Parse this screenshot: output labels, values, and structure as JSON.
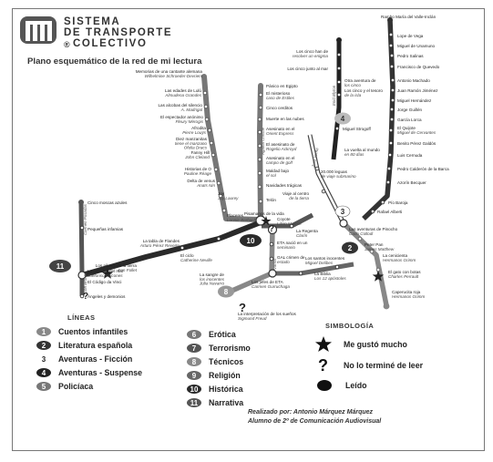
{
  "header": {
    "brand_line1": "SISTEMA",
    "brand_line2": "DE TRANSPORTE",
    "brand_line3": "COLECTIVO",
    "registered": "®",
    "subtitle": "Plano esquemático de la red de mi lectura"
  },
  "stations": {
    "s1": [
      "Rambo María del Valle-Inclán"
    ],
    "s2": [
      "Lope de Vega"
    ],
    "s3": [
      "Miguel de Unamuno"
    ],
    "s4": [
      "Pedro Salinas"
    ],
    "s5": [
      "Francisco de Quevedo"
    ],
    "s6": [
      "Antonio Machado"
    ],
    "s7": [
      "Juan Ramón Jiménez"
    ],
    "s8": [
      "Miguel Hernández"
    ],
    "s9": [
      "Jorge Guillén"
    ],
    "s10": [
      "García Lorca"
    ],
    "s11": [
      "El Quijote",
      "Miguel de Cervantes"
    ],
    "s12": [
      "Benito Pérez Galdós"
    ],
    "s13": [
      "Luis Cernuda"
    ],
    "s14": [
      "Pedro Calderón de la Barca"
    ],
    "s15": [
      "Azorín Becquer"
    ],
    "s16": [
      "Pío Baroja"
    ],
    "s17": [
      "Rafael Alberti"
    ],
    "s18": [
      "Las aventuras de Pinocho",
      "Carlo Collodi"
    ],
    "s19": [
      "Peter Pan",
      "James Matthew"
    ],
    "s20": [
      "La cenicienta",
      "Hermanos Grimm"
    ],
    "s21": [
      "El gato con botas",
      "Charles Perrault"
    ],
    "s22": [
      "Caperucita roja",
      "Hermanos Grimm"
    ],
    "s23": [
      "Los cinco han de",
      "resolver un enigma"
    ],
    "s24": [
      "Los cinco junto al mar"
    ],
    "s25": [
      "Otra aventura de",
      "los cinco"
    ],
    "s26": [
      "Los cinco y el tesoro",
      "de la isla"
    ],
    "s27": [
      "Miguel Strogoff"
    ],
    "s28": [
      "La vuelta al mundo",
      "en 80 días"
    ],
    "s29": [
      "20.000 leguas",
      "de viaje submarino"
    ],
    "s30": [
      "Viaje al centro",
      "de la tierra"
    ],
    "s31": [
      "Memorias de una cantante alemana",
      "Wilhelmine Schroeder-Devrient"
    ],
    "s32": [
      "Las edades de Lulú",
      "Almudena Grandes"
    ],
    "s33": [
      "Las alcobas del silencio",
      "A. Madrigal"
    ],
    "s34": [
      "El espectador anónimo",
      "Fleury Mèrogis"
    ],
    "s35": [
      "Afrodita",
      "Pierre Louÿs"
    ],
    "s36": [
      "Diez manzanitas",
      "tiene el manzano",
      "Ofelia Dracs"
    ],
    "s37": [
      "Fanny Hill",
      "John Cleland"
    ],
    "s38": [
      "Historias de O",
      "Pauline Réage"
    ],
    "s39": [
      "Delta de venus",
      "Anaïs Nin"
    ],
    "s40": [
      "Joy",
      "Joy Laurey"
    ],
    "s41": [
      "Placeres",
      "Lonnie Barbach"
    ],
    "s42": [
      "Pánico en Egipto"
    ],
    "s43": [
      "El misterioso",
      "caso de Estiles"
    ],
    "s44": [
      "Cinco cerditos"
    ],
    "s45": [
      "Muerte en las nubes"
    ],
    "s46": [
      "Asesinato en el",
      "Orient Express"
    ],
    "s47": [
      "El asesinato de",
      "Rogelio Ackroyd"
    ],
    "s48": [
      "Asesinato en el",
      "campo de golf"
    ],
    "s49": [
      "Maldad bajo",
      "el sol"
    ],
    "s50": [
      "Navidades trágicas"
    ],
    "s51": [
      "Telón"
    ],
    "s52": [
      "Pisamanos de la vida"
    ],
    "s53": [
      "Coyote",
      "Lilian Malinin"
    ],
    "s54": [
      "ETA nació en un",
      "seminario"
    ],
    "s55": [
      "GAL crimen de",
      "estado"
    ],
    "s56": [
      "La Regenta",
      "Clarín"
    ],
    "s57": [
      "Los santos inocentes",
      "Miguel Delibes"
    ],
    "s58": [
      "La Biblia",
      "Los 12 apóstoles"
    ],
    "s59": [
      "Los jefes de ETA",
      "Carmen Gurruchaga"
    ],
    "s60": [
      "La sangre de",
      "los inocentes",
      "Julia Navarro"
    ],
    "s61": [
      "La interpretación de los sueños",
      "Sigmund Freud"
    ],
    "s62": [
      "La tabla de Flandes",
      "Arturo Pérez Reverte"
    ],
    "s63": [
      "El ciclo",
      "Catherine Neville"
    ],
    "s64": [
      "Los pilares de la tierra",
      "Ken Follet"
    ],
    "s65": [
      "La catedral del mar",
      "Ildefonso Falcones"
    ],
    "s66": [
      "El Código da Vinci"
    ],
    "s67": [
      "Ángeles y demonios"
    ],
    "s68": [
      "Cinco moscas azules"
    ],
    "s69": [
      "Pequeñas infamias"
    ]
  },
  "route_labels": {
    "carmen": "Carmen Posadas",
    "dan": "Dan Brown",
    "agatha": "Agatha Christie",
    "enid": "Enid Blyton",
    "julio": "Julio Verne",
    "varios": "Varios"
  },
  "line_numbers": {
    "n2": "2",
    "n3": "3",
    "n4": "4",
    "n8": "8",
    "n10": "10",
    "n11": "11"
  },
  "legend": {
    "title": "LÍNEAS",
    "items": [
      {
        "num": "1",
        "label": "Cuentos infantiles",
        "color": "#888888"
      },
      {
        "num": "2",
        "label": "Literatura española",
        "color": "#333333"
      },
      {
        "num": "3",
        "label": "Aventuras - Ficción",
        "color": "#ffffff"
      },
      {
        "num": "4",
        "label": "Aventuras - Suspense",
        "color": "#222222"
      },
      {
        "num": "5",
        "label": "Policíaca",
        "color": "#777777"
      },
      {
        "num": "6",
        "label": "Erótica",
        "color": "#777777"
      },
      {
        "num": "7",
        "label": "Terrorismo",
        "color": "#555555"
      },
      {
        "num": "8",
        "label": "Técnicos",
        "color": "#888888"
      },
      {
        "num": "9",
        "label": "Religión",
        "color": "#666666"
      },
      {
        "num": "10",
        "label": "Histórica",
        "color": "#2a2a2a"
      },
      {
        "num": "11",
        "label": "Narrativa",
        "color": "#555555"
      }
    ]
  },
  "simbologia": {
    "title": "SIMBOLOGÍA",
    "star": "Me gustó mucho",
    "question": "No lo terminé de leer",
    "dot": "Leído"
  },
  "credits": {
    "line1": "Realizado por: Antonio Márquez Márquez",
    "line2": "Alumno de 2º de Comunicación Audiovisual"
  }
}
